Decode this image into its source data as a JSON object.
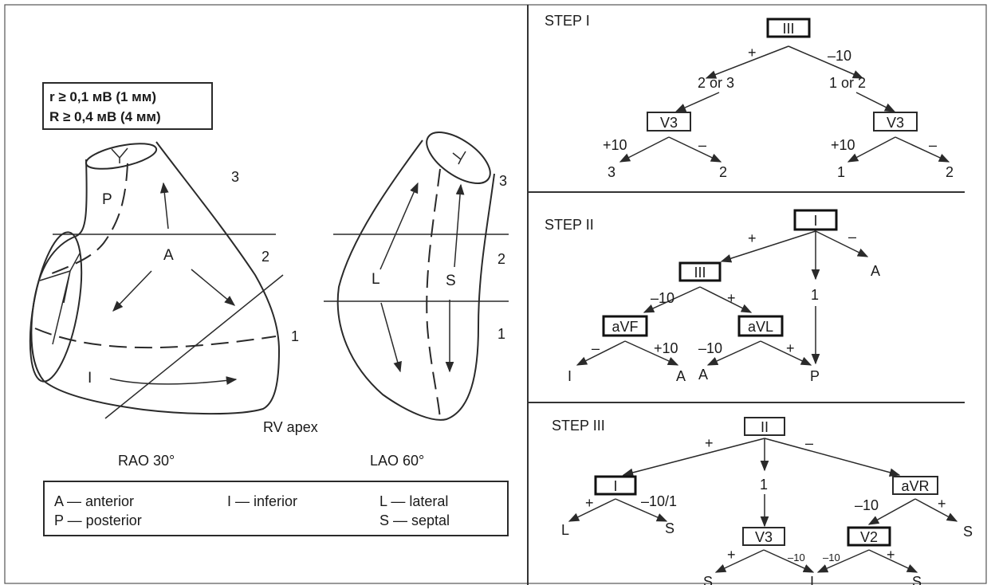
{
  "criteria": {
    "line1": "r ≥ 0,1 мВ (1 мм)",
    "line2": "R ≥ 0,4 мВ (4 мм)"
  },
  "views": {
    "rao": {
      "caption": "RAO 30°",
      "regions": {
        "posterior": "P",
        "anterior": "A",
        "inferior": "I"
      },
      "levels": [
        "3",
        "2",
        "1"
      ],
      "apex_label": "RV apex"
    },
    "lao": {
      "caption": "LAO 60°",
      "regions": {
        "lateral": "L",
        "septal": "S"
      },
      "levels": [
        "3",
        "2",
        "1"
      ]
    }
  },
  "legend": {
    "anterior": "A — anterior",
    "posterior": "P — posterior",
    "inferior": "I — inferior",
    "lateral": "L — lateral",
    "septal": "S — septal"
  },
  "step1": {
    "title": "STEP I",
    "root": "III",
    "plus": "+",
    "minus10": "–10",
    "left_branch": "2 or 3",
    "right_branch": "1 or 2",
    "left_node": "V3",
    "right_node": "V3",
    "ll_sign": "+10",
    "lr_sign": "–",
    "rl_sign": "+10",
    "rr_sign": "–",
    "ll_result": "3",
    "lr_result": "2",
    "rl_result": "1",
    "rr_result": "2"
  },
  "step2": {
    "title": "STEP II",
    "root": "I",
    "plus": "+",
    "minus": "–",
    "center_value": "1",
    "right_result": "A",
    "node_iii": "III",
    "iii_left": "–10",
    "iii_right": "+",
    "node_avf": "aVF",
    "node_avl": "aVL",
    "avf_left": "–",
    "avf_right": "+10",
    "avl_left": "–10",
    "avl_right": "+",
    "avf_left_result": "I",
    "avf_right_result": "A",
    "avl_left_result": "A",
    "center_result": "P"
  },
  "step3": {
    "title": "STEP III",
    "root": "II",
    "plus": "+",
    "minus": "–",
    "center_value": "1",
    "node_i": "I",
    "i_left": "+",
    "i_right": "–10/1",
    "i_left_result": "L",
    "i_right_result": "S",
    "node_avr": "aVR",
    "avr_left": "–10",
    "avr_right": "+",
    "avr_right_result": "S",
    "node_v3": "V3",
    "node_v2": "V2",
    "v3_left": "+",
    "v3_right": "–10",
    "v2_left": "–10",
    "v2_right": "+",
    "v3_left_result": "S",
    "v3_right_result": "I",
    "v2_right_result": "S"
  }
}
